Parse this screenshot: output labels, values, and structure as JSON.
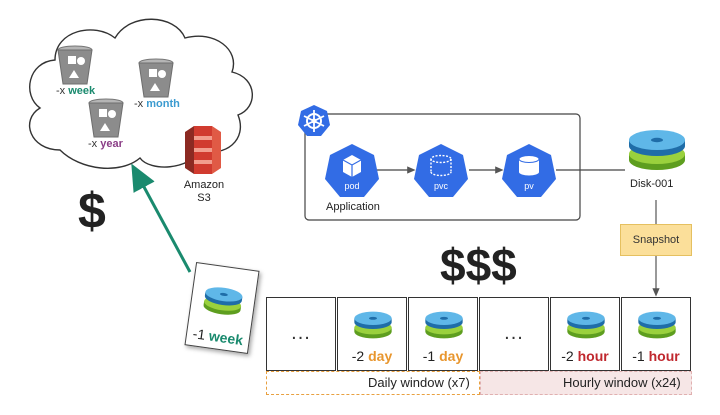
{
  "cloud": {
    "buckets": [
      {
        "prefix": "-x ",
        "unit": "week",
        "color": "#1a8a6e"
      },
      {
        "prefix": "-x ",
        "unit": "month",
        "color": "#3b9bd0"
      },
      {
        "prefix": "-x ",
        "unit": "year",
        "color": "#8a3d86"
      }
    ],
    "s3_label_line1": "Amazon",
    "s3_label_line2": "S3"
  },
  "cost": {
    "low": "$",
    "high": "$$$"
  },
  "k8s": {
    "app_label": "Application",
    "pod": "pod",
    "pvc": "pvc",
    "pv": "pv",
    "disk_label": "Disk-001"
  },
  "snapshot_label": "Snapshot",
  "week_card": {
    "prefix": "-1 ",
    "unit": "week",
    "color": "#1a8a6e"
  },
  "cells": [
    {
      "type": "dots",
      "text": "..."
    },
    {
      "type": "disk",
      "prefix": "-2 ",
      "unit": "day",
      "color": "#e8962e"
    },
    {
      "type": "disk",
      "prefix": "-1 ",
      "unit": "day",
      "color": "#e8962e"
    },
    {
      "type": "dots",
      "text": "..."
    },
    {
      "type": "disk",
      "prefix": "-2 ",
      "unit": "hour",
      "color": "#c0282e"
    },
    {
      "type": "disk",
      "prefix": "-1 ",
      "unit": "hour",
      "color": "#c0282e"
    }
  ],
  "windows": {
    "daily": "Daily window (x7)",
    "hourly": "Hourly window (x24)"
  },
  "colors": {
    "arrow_green": "#1a8a6e",
    "k8s_blue": "#326ce5",
    "s3_red": "#d13b2f",
    "bucket_grey": "#8c8c8c"
  }
}
